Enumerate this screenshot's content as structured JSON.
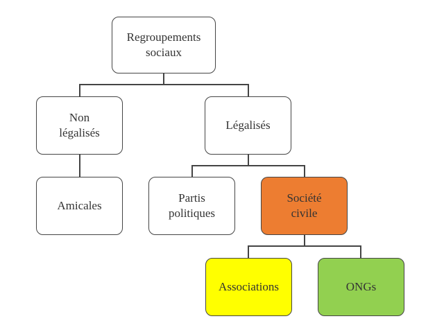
{
  "diagram": {
    "title": "Regroupements sociaux hierarchy",
    "nodes": {
      "root": {
        "label": "Regroupements\nsociaux",
        "fill": "#ffffff"
      },
      "non_legalises": {
        "label": "Non\nlégalisés",
        "fill": "#ffffff"
      },
      "legalises": {
        "label": "Légalisés",
        "fill": "#ffffff"
      },
      "amicales": {
        "label": "Amicales",
        "fill": "#ffffff"
      },
      "partis_politiques": {
        "label": "Partis\npolitiques",
        "fill": "#ffffff"
      },
      "societe_civile": {
        "label": "Société\ncivile",
        "fill": "#ED7D31"
      },
      "associations": {
        "label": "Associations",
        "fill": "#FFFF00"
      },
      "ongs": {
        "label": "ONGs",
        "fill": "#92D050"
      }
    },
    "edges": [
      {
        "from": "root",
        "to": "non_legalises"
      },
      {
        "from": "root",
        "to": "legalises"
      },
      {
        "from": "non_legalises",
        "to": "amicales"
      },
      {
        "from": "legalises",
        "to": "partis_politiques"
      },
      {
        "from": "legalises",
        "to": "societe_civile"
      },
      {
        "from": "societe_civile",
        "to": "associations"
      },
      {
        "from": "societe_civile",
        "to": "ongs"
      }
    ]
  }
}
